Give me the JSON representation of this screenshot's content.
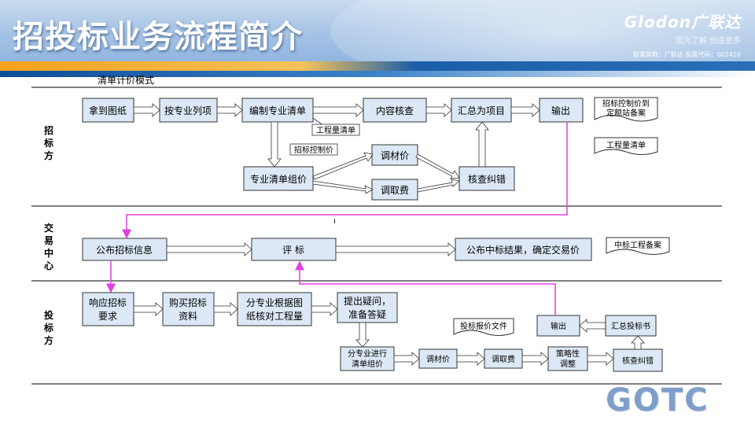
{
  "header": {
    "title": "招投标业务流程简介",
    "brand_logo": "Glodon广联达",
    "slogan": "因为了解  创造更多",
    "stock_info": "股票简称：广联达   股票代码：002410"
  },
  "diagram": {
    "mode_label": "清单计价模式",
    "lanes": {
      "tender": [
        "招",
        "标",
        "方"
      ],
      "exchange": [
        "交",
        "易",
        "中",
        "心"
      ],
      "bidder": [
        "投",
        "标",
        "方"
      ]
    },
    "tender": {
      "receive_drawings": "拿到图纸",
      "list_by_discipline": "按专业列项",
      "compile_list": "编制专业清单",
      "content_check": "内容核查",
      "summarize_items": "汇总为项目",
      "output": "输出",
      "quantity_list_note": "工程量清单",
      "control_price_note": "招标控制价",
      "pricing": "专业清单组价",
      "adjust_material": "调材价",
      "adjust_fee": "调取费",
      "check_correct": "核查纠错",
      "doc_control_price": [
        "招标控制价到",
        "定额站备案"
      ],
      "doc_quantity_list": "工程量清单"
    },
    "exchange": {
      "publish_info": "公布招标信息",
      "evaluate": "评      标",
      "publish_result": "公布中标结果，确定交易价",
      "doc_award_record": "中标工程备案"
    },
    "bidder": {
      "respond": [
        "响应招标",
        "要求"
      ],
      "buy_docs": [
        "购买招标",
        "资料"
      ],
      "check_quantity": [
        "分专业根据图",
        "纸核对工程量"
      ],
      "raise_questions": [
        "提出疑问，",
        "准备答疑"
      ],
      "pricing": [
        "分专业进行",
        "清单组价"
      ],
      "adjust_material": "调材价",
      "adjust_fee": "调取费",
      "strategy_adjust": [
        "策略性",
        "调整"
      ],
      "check_correct": "核查纠错",
      "summarize_bid": "汇总投标书",
      "output": "输出",
      "doc_bid_quote": "投标报价文件"
    }
  },
  "footer": {
    "logo_text": "GOTC"
  },
  "colors": {
    "highlight_arrow": "#e040e0",
    "box_fill": "#dce8f5",
    "arrow_fill": "#ffffff"
  }
}
